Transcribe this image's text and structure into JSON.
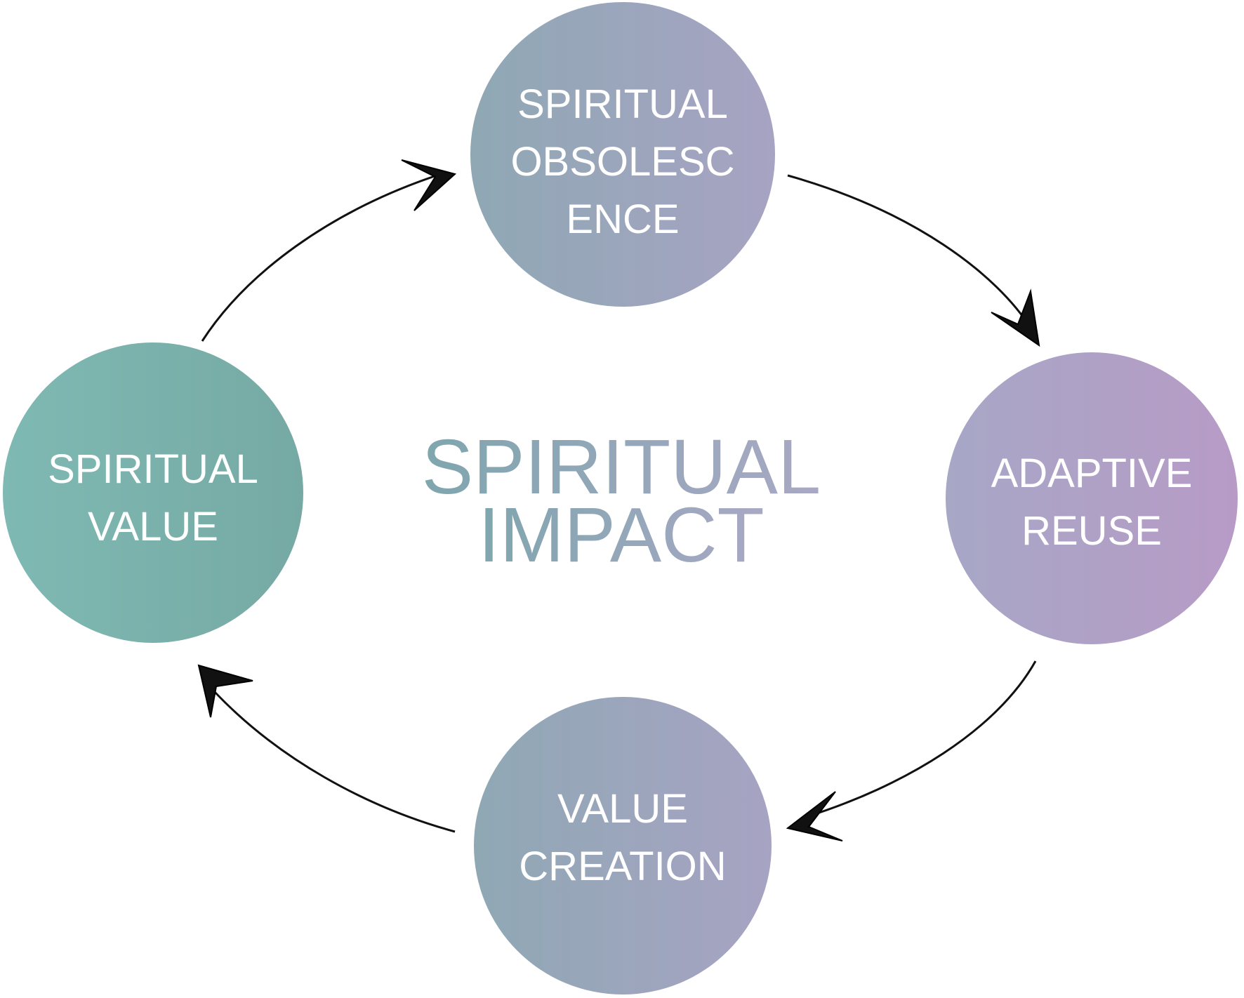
{
  "center": {
    "line1": "SPIRITUAL",
    "line2": "IMPACT"
  },
  "nodes": {
    "top": {
      "line1": "SPIRITUAL",
      "line2": "OBSOLESC",
      "line3": "ENCE"
    },
    "right": {
      "line1": "ADAPTIVE",
      "line2": "REUSE"
    },
    "bottom": {
      "line1": "VALUE",
      "line2": "CREATION"
    },
    "left": {
      "line1": "SPIRITUAL",
      "line2": "VALUE"
    }
  },
  "colors": {
    "top_start": "#8FA8B4",
    "top_end": "#A7A3C3",
    "right_start": "#A7A7C6",
    "right_end": "#B79BC6",
    "bottom_start": "#8FA8B4",
    "bottom_end": "#A7A3C3",
    "left_start": "#7FB9B3",
    "left_end": "#76A9A4",
    "center_text_start": "#7FA6AE",
    "center_text_end": "#A9A8C4",
    "arrow": "#111111"
  }
}
